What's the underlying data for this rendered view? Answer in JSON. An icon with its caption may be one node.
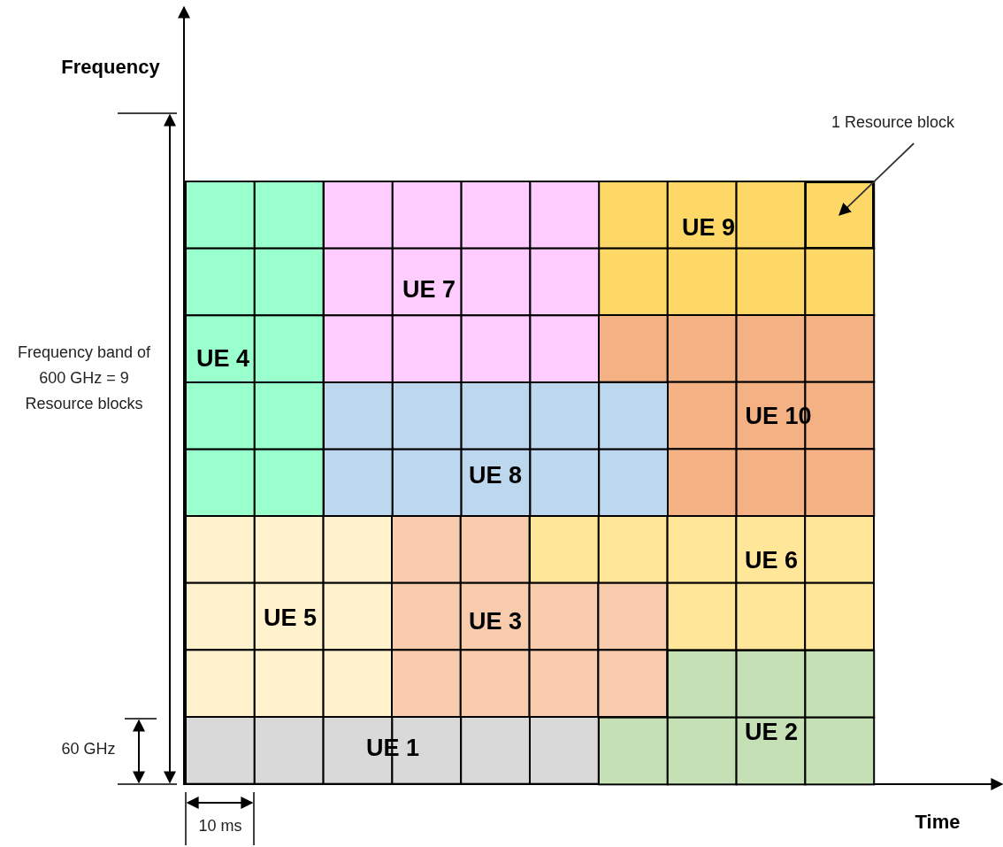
{
  "diagram": {
    "nodes": [
      {
        "text": [
          "1 Resource block"
        ]
      },
      {
        "text": [
          "UE 9"
        ]
      },
      {
        "text": [],
        "shape": "box",
        "in": 1
      },
      {
        "text": [
          "UE 7"
        ]
      },
      {
        "text": [
          "UE 4"
        ]
      },
      {
        "text": [
          "UE 10"
        ]
      },
      {
        "text": [
          "UE 8"
        ]
      },
      {
        "text": [
          "UE 6"
        ]
      },
      {
        "text": [
          "UE 5"
        ]
      },
      {
        "text": [
          "UE 3"
        ]
      },
      {
        "text": [
          "UE 2"
        ]
      },
      {
        "text": [
          "UE 1"
        ]
      }
    ],
    "edges": [
      {
        "from": 0,
        "to": 2,
        "arrow": "to"
      }
    ],
    "labels": [
      "Frequency",
      "Frequency band of 600 GHz = 9 Resource blocks",
      "60 GHz",
      "10 ms",
      "Time"
    ]
  }
}
